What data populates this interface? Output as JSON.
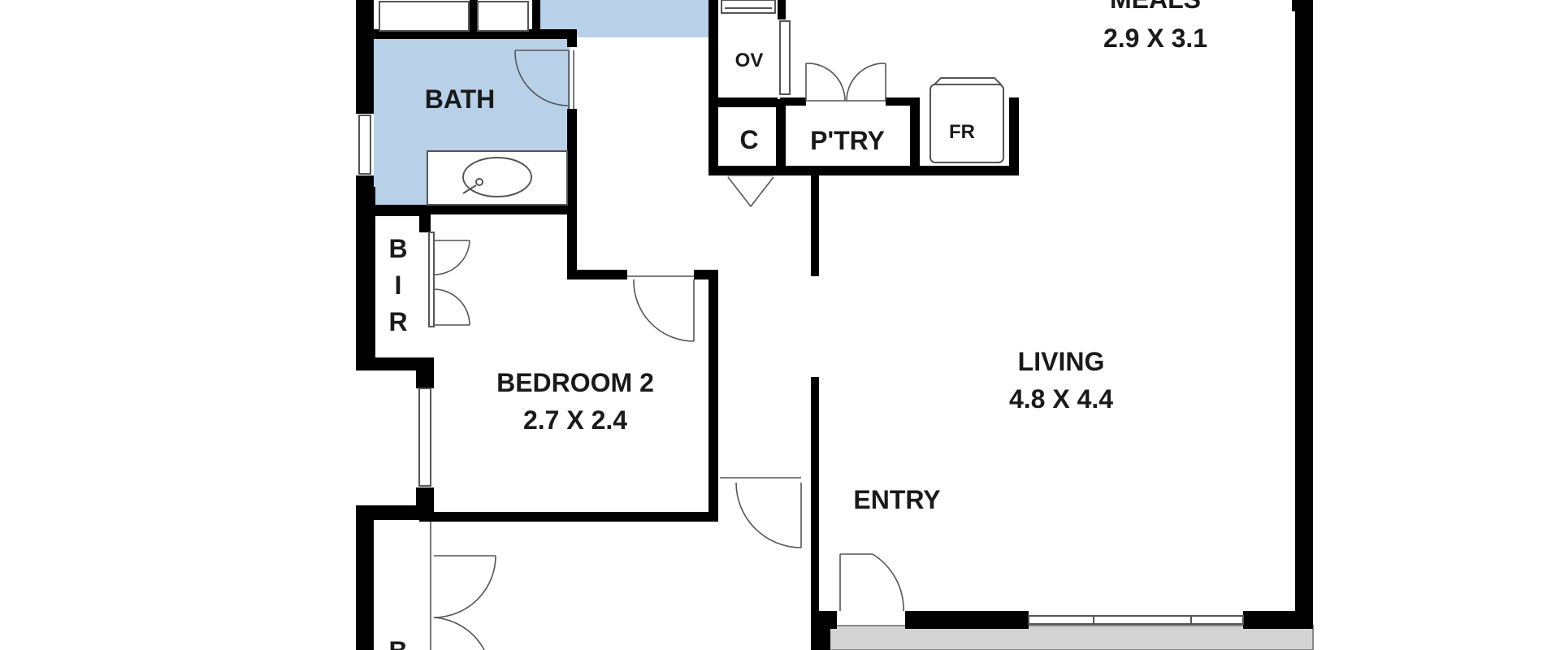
{
  "plan": {
    "rooms": {
      "meals": {
        "name": "MEALS",
        "size": "2.9 X 3.1"
      },
      "bath": {
        "name": "BATH"
      },
      "oven": {
        "name": "OV"
      },
      "cupboard": {
        "name": "C"
      },
      "pantry": {
        "name": "P'TRY"
      },
      "fridge": {
        "name": "FR"
      },
      "bir": {
        "letters": [
          "B",
          "I",
          "R"
        ]
      },
      "bedroom2": {
        "name": "BEDROOM 2",
        "size": "2.7 X 2.4"
      },
      "living": {
        "name": "LIVING",
        "size": "4.8 X 4.4"
      },
      "entry": {
        "name": "ENTRY"
      },
      "bir_lower": {
        "letter": "B"
      }
    },
    "colors": {
      "wall": "#000000",
      "wet_area": "#b8d0e8",
      "balcony": "#d4d4d4",
      "fixture_stroke": "#555555",
      "background": "#ffffff"
    }
  }
}
